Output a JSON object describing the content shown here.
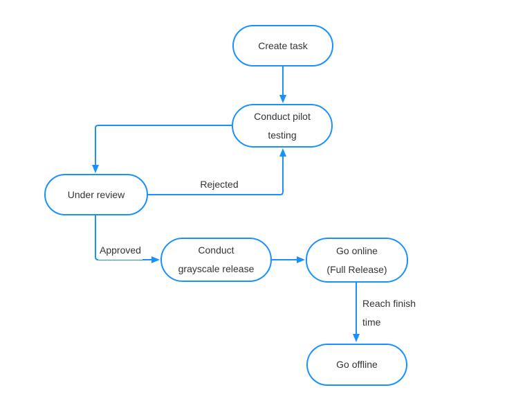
{
  "diagram": {
    "type": "flowchart",
    "colors": {
      "accent": "#1890ff",
      "node_fill": "#ffffff",
      "text": "#333333",
      "background": "#ffffff"
    },
    "nodes": [
      {
        "id": "create-task",
        "label": "Create task"
      },
      {
        "id": "conduct-pilot-testing",
        "label": "Conduct pilot\ntesting"
      },
      {
        "id": "under-review",
        "label": "Under review"
      },
      {
        "id": "conduct-grayscale-release",
        "label": "Conduct\ngrayscale release"
      },
      {
        "id": "go-online-full-release",
        "label": "Go online\n(Full Release)"
      },
      {
        "id": "go-offline",
        "label": "Go offline"
      }
    ],
    "edge_labels": [
      {
        "id": "rejected",
        "label": "Rejected"
      },
      {
        "id": "approved",
        "label": "Approved"
      },
      {
        "id": "reach-finish-time",
        "label": "Reach finish\ntime"
      }
    ],
    "edges": [
      {
        "from": "create-task",
        "to": "conduct-pilot-testing",
        "label": ""
      },
      {
        "from": "conduct-pilot-testing",
        "to": "under-review",
        "label": ""
      },
      {
        "from": "under-review",
        "to": "conduct-pilot-testing",
        "label": "Rejected"
      },
      {
        "from": "under-review",
        "to": "conduct-grayscale-release",
        "label": "Approved"
      },
      {
        "from": "conduct-grayscale-release",
        "to": "go-online-full-release",
        "label": ""
      },
      {
        "from": "go-online-full-release",
        "to": "go-offline",
        "label": "Reach finish time"
      }
    ]
  }
}
